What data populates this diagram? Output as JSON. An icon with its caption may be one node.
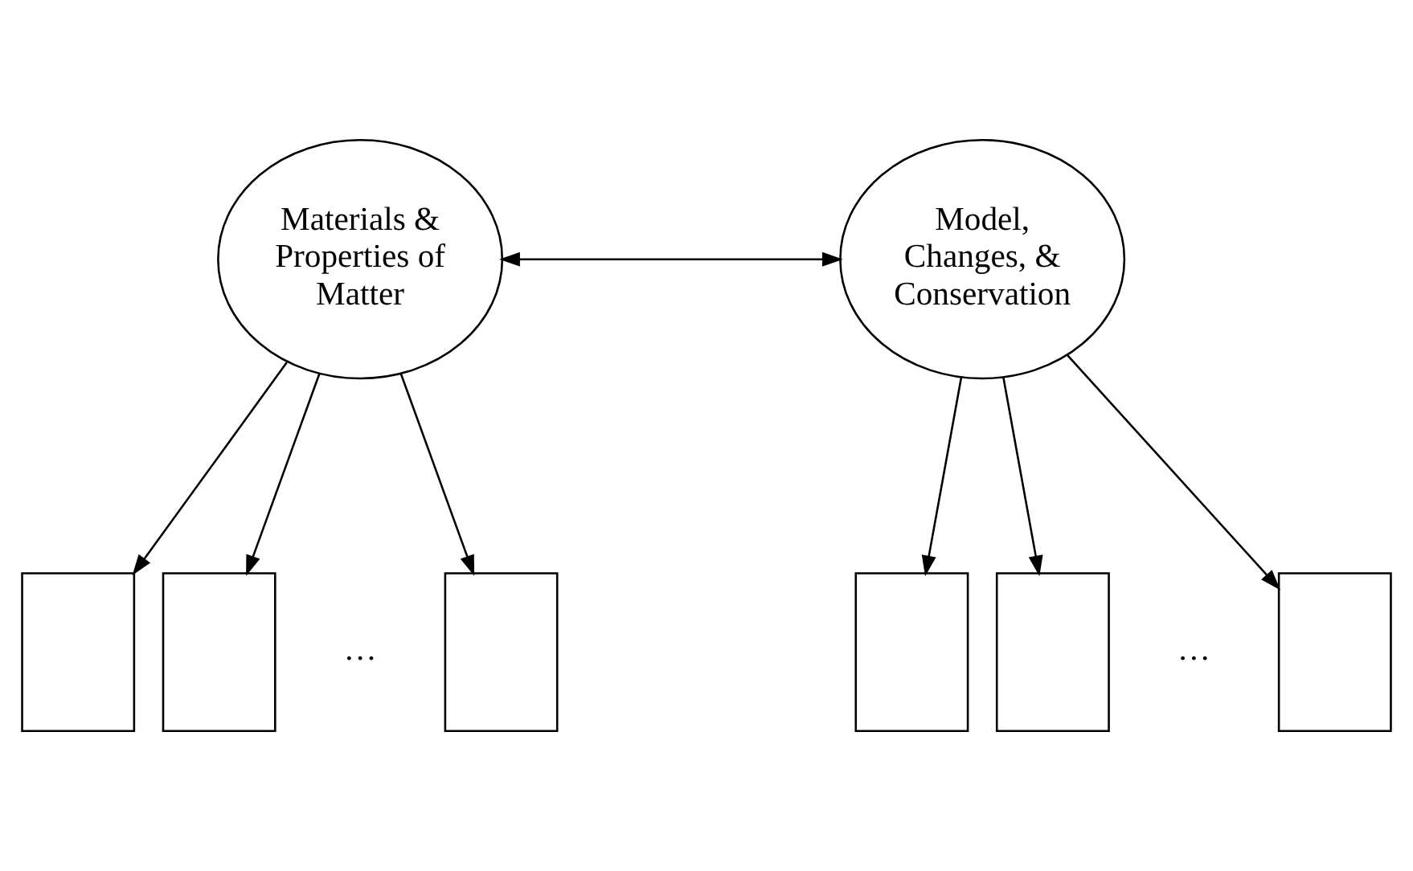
{
  "diagram": {
    "nodes": [
      {
        "text": [
          "Materials & Properties of Matter"
        ]
      },
      {
        "text": [
          "Model, Changes, & Conservation"
        ]
      },
      {
        "text": [],
        "shape": "box"
      },
      {
        "text": [],
        "shape": "box"
      },
      {
        "text": [],
        "shape": "box"
      },
      {
        "text": [],
        "shape": "box"
      },
      {
        "text": [],
        "shape": "box"
      },
      {
        "text": [],
        "shape": "box"
      }
    ],
    "edges": [
      {
        "from": 0,
        "to": 1,
        "arrow": "both"
      },
      {
        "from": 0,
        "to": 2,
        "arrow": "to"
      },
      {
        "from": 0,
        "to": 3,
        "arrow": "to"
      },
      {
        "from": 0,
        "to": 4,
        "arrow": "to"
      },
      {
        "from": 1,
        "to": 5,
        "arrow": "to"
      },
      {
        "from": 1,
        "to": 6,
        "arrow": "to"
      },
      {
        "from": 1,
        "to": 7,
        "arrow": "to"
      }
    ],
    "labels": [
      "…",
      "…"
    ]
  }
}
